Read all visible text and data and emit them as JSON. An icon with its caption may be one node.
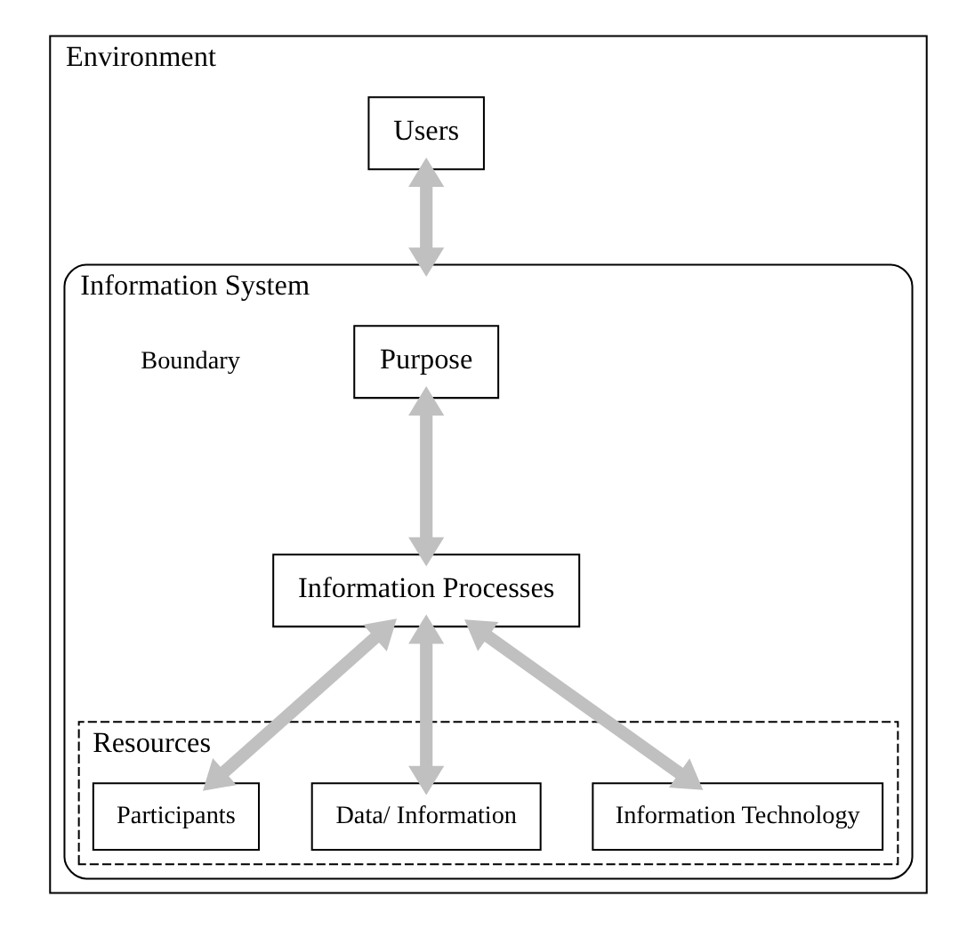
{
  "diagram": {
    "nodes": [
      {
        "text": [
          "Environment"
        ]
      },
      {
        "text": [
          "Users"
        ],
        "in": 0
      },
      {
        "text": [
          "Information System"
        ],
        "in": 0,
        "beside": [
          "Boundary"
        ]
      },
      {
        "text": [
          "Purpose"
        ],
        "in": 2
      },
      {
        "text": [
          "Information Processes"
        ],
        "in": 2
      },
      {
        "text": [
          "Resources"
        ],
        "in": 2
      },
      {
        "text": [
          "Participants"
        ],
        "in": 5
      },
      {
        "text": [
          "Data/ Information"
        ],
        "in": 5
      },
      {
        "text": [
          "Information Technology"
        ],
        "in": 5
      }
    ],
    "edges": [
      {
        "from": 1,
        "to": 2,
        "arrow": "both"
      },
      {
        "from": 3,
        "to": 4,
        "arrow": "both"
      },
      {
        "from": 4,
        "to": 6,
        "arrow": "both"
      },
      {
        "from": 4,
        "to": 7,
        "arrow": "both"
      },
      {
        "from": 4,
        "to": 8,
        "arrow": "both"
      }
    ]
  }
}
